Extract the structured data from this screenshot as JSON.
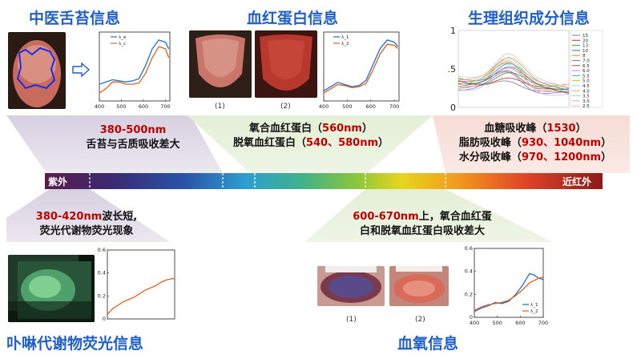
{
  "titles": {
    "tcm": "中医舌苔信息",
    "hemoglobin": "血红蛋白信息",
    "tissue": "生理组织成分信息",
    "porphyrin": "卟啉代谢物荧光信息",
    "oxygen": "血氧信息"
  },
  "spectrum_bar": {
    "left_label": "紫外",
    "right_label": "近红外"
  },
  "captions": {
    "tcm_range": "380-500nm",
    "tcm_desc": "舌苔与舌质吸收差大",
    "hb_line1_a": "氧合血红蛋白（",
    "hb_line1_b": "560nm",
    "hb_line1_c": "）",
    "hb_line2_a": "脱氧血红蛋白（",
    "hb_line2_b": "540、580nm",
    "hb_line2_c": "）",
    "tis_line1_a": "血糖吸收峰（",
    "tis_line1_b": "1530",
    "tis_line1_c": "）",
    "tis_line2_a": "脂肪吸收峰（",
    "tis_line2_b": "930、1040nm",
    "tis_line2_c": "）",
    "tis_line3_a": "水分吸收峰（",
    "tis_line3_b": "970、1200nm",
    "tis_line3_c": "）",
    "fl_line1_a": "380-420nm",
    "fl_line1_b": "波长短,",
    "fl_line2": "荧光代谢物荧光现象",
    "ox_line1_a": "600-670nm",
    "ox_line1_b": "上，氧合血红蛋",
    "ox_line2": "白和脱氧血红蛋白吸收差大"
  },
  "photo_labels": {
    "hb_1": "(1)",
    "hb_2": "(2)",
    "ox_1": "(1)",
    "ox_2": "(2)"
  },
  "colors": {
    "title_blue": "#1f5fc9",
    "emphasis_red": "#c00000",
    "series_blue": "#1f6fd6",
    "series_orange": "#e0601e"
  },
  "chart_data": [
    {
      "id": "tcm",
      "type": "line",
      "xlim": [
        400,
        720
      ],
      "xticks": [
        400,
        500,
        600,
        700
      ],
      "series": [
        {
          "name": "λ_e",
          "color": "#1f6fd6",
          "x": [
            400,
            430,
            460,
            490,
            520,
            550,
            580,
            610,
            640,
            670,
            700,
            715
          ],
          "y": [
            0.38,
            0.4,
            0.42,
            0.41,
            0.4,
            0.41,
            0.43,
            0.55,
            0.7,
            0.78,
            0.76,
            0.7
          ]
        },
        {
          "name": "λ_c",
          "color": "#e0601e",
          "x": [
            400,
            430,
            460,
            490,
            520,
            550,
            580,
            610,
            640,
            670,
            700,
            715
          ],
          "y": [
            0.3,
            0.34,
            0.4,
            0.4,
            0.38,
            0.38,
            0.39,
            0.48,
            0.62,
            0.72,
            0.7,
            0.62
          ]
        }
      ]
    },
    {
      "id": "hemoglobin",
      "type": "line",
      "xlim": [
        400,
        720
      ],
      "xticks": [
        400,
        500,
        600,
        700
      ],
      "series": [
        {
          "name": "λ_1",
          "color": "#1f6fd6",
          "x": [
            400,
            430,
            460,
            490,
            520,
            550,
            580,
            610,
            640,
            670,
            700,
            715
          ],
          "y": [
            0.3,
            0.34,
            0.38,
            0.36,
            0.34,
            0.35,
            0.4,
            0.55,
            0.7,
            0.78,
            0.76,
            0.72
          ]
        },
        {
          "name": "λ_2",
          "color": "#e0601e",
          "x": [
            400,
            430,
            460,
            490,
            520,
            550,
            580,
            610,
            640,
            670,
            700,
            715
          ],
          "y": [
            0.28,
            0.32,
            0.36,
            0.35,
            0.33,
            0.34,
            0.37,
            0.5,
            0.65,
            0.74,
            0.73,
            0.7
          ]
        }
      ]
    },
    {
      "id": "tissue",
      "type": "line",
      "ylim": [
        0,
        1
      ],
      "yticks": [
        "0",
        "0.5",
        "1"
      ],
      "legend": [
        "15",
        "20",
        "13",
        "10",
        "8",
        "7.0",
        "6.5",
        "6.0",
        "5.5",
        "5.0",
        "4.5",
        "4.0",
        "3.5",
        "3.0",
        "2.5"
      ],
      "series_count": 15
    },
    {
      "id": "porphyrin",
      "type": "line",
      "xlim": [
        0,
        100
      ],
      "ylim": [
        0,
        0.6
      ],
      "yticks": [
        "0",
        "0.2",
        "0.4",
        "0.6"
      ],
      "series": [
        {
          "name": "",
          "color": "#e0601e",
          "x": [
            0,
            8,
            16,
            24,
            32,
            40,
            48,
            56,
            64,
            72,
            80,
            88,
            96,
            100
          ],
          "y": [
            0.04,
            0.09,
            0.12,
            0.15,
            0.17,
            0.19,
            0.22,
            0.25,
            0.27,
            0.29,
            0.32,
            0.34,
            0.35,
            0.35
          ]
        }
      ]
    },
    {
      "id": "oxygen",
      "type": "line",
      "xlim": [
        400,
        700
      ],
      "ylim": [
        0,
        0.6
      ],
      "xticks": [
        "400",
        "500",
        "600",
        "700"
      ],
      "yticks": [
        "0",
        "0.2",
        "0.4",
        "0.6"
      ],
      "series": [
        {
          "name": "λ_1",
          "color": "#1f6fd6",
          "x": [
            400,
            430,
            460,
            490,
            520,
            550,
            580,
            610,
            640,
            660,
            680,
            700
          ],
          "y": [
            0.05,
            0.08,
            0.1,
            0.13,
            0.12,
            0.14,
            0.2,
            0.28,
            0.38,
            0.37,
            0.34,
            0.33
          ]
        },
        {
          "name": "λ_2",
          "color": "#e0601e",
          "x": [
            400,
            430,
            460,
            490,
            520,
            550,
            580,
            610,
            640,
            660,
            680,
            700
          ],
          "y": [
            0.06,
            0.09,
            0.11,
            0.12,
            0.13,
            0.15,
            0.19,
            0.24,
            0.3,
            0.32,
            0.34,
            0.35
          ]
        }
      ]
    }
  ]
}
